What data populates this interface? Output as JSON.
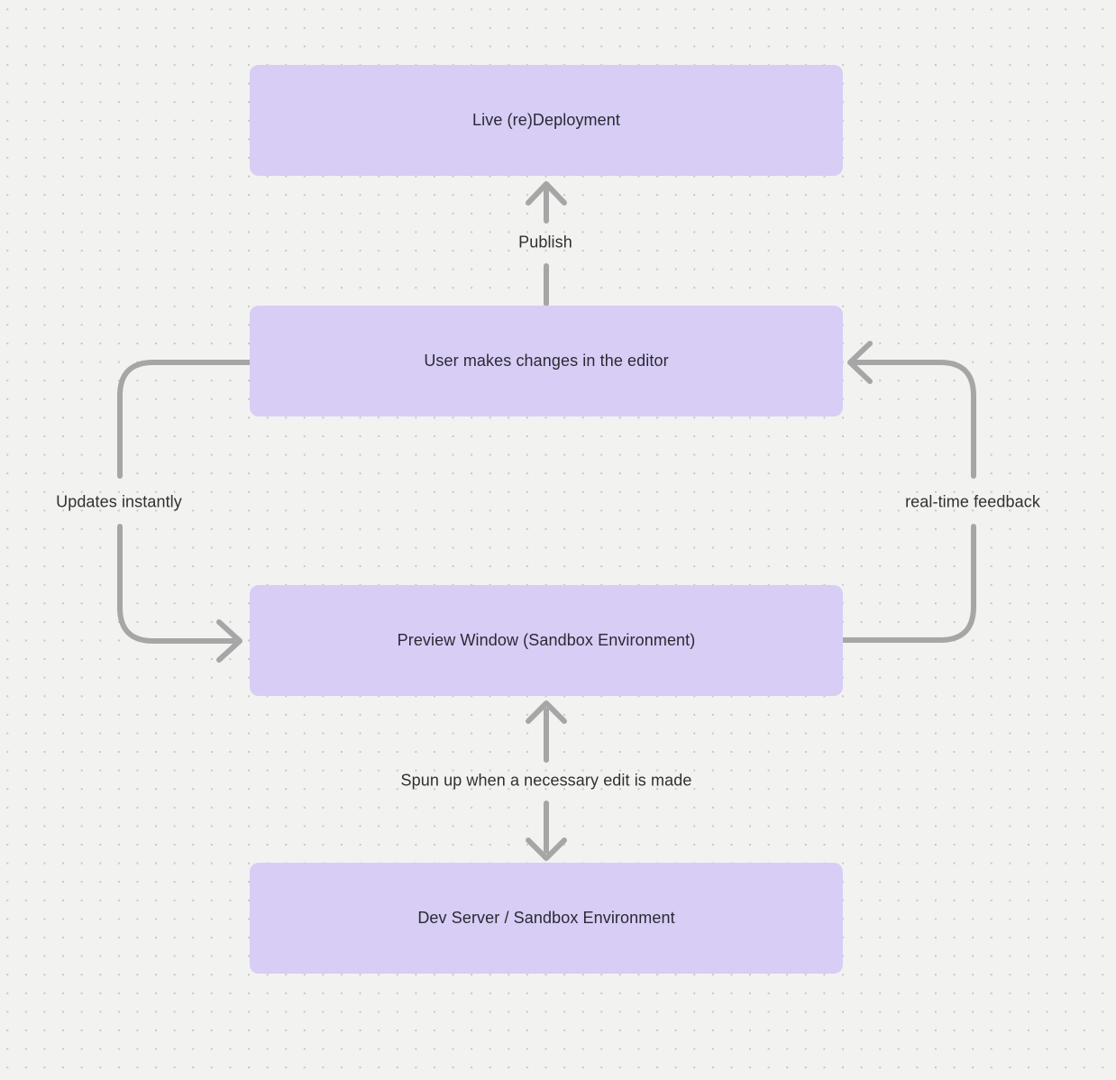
{
  "canvas": {
    "background_color": "#f2f2f1",
    "dot_color": "#c6c6c6",
    "node_fill_color": "#d7cdf5",
    "node_text_color": "#2c2933",
    "arrow_color": "#a6a6a6",
    "edge_label_color": "#303030"
  },
  "nodes": [
    {
      "id": "live-redeployment",
      "label": "Live (re)Deployment"
    },
    {
      "id": "user-editor",
      "label": "User makes changes in the editor"
    },
    {
      "id": "preview-window",
      "label": "Preview Window (Sandbox Environment)"
    },
    {
      "id": "dev-server",
      "label": "Dev Server / Sandbox Environment"
    }
  ],
  "edges": [
    {
      "id": "publish",
      "label": "Publish",
      "from": "user-editor",
      "to": "live-redeployment",
      "direction": "up"
    },
    {
      "id": "updates-instantly",
      "label": "Updates instantly",
      "from": "user-editor",
      "to": "preview-window",
      "direction": "left-loop"
    },
    {
      "id": "real-time-feedback",
      "label": "real-time feedback",
      "from": "preview-window",
      "to": "user-editor",
      "direction": "right-loop"
    },
    {
      "id": "spun-up",
      "label": "Spun up when a necessary edit is made",
      "from": "preview-window",
      "to": "dev-server",
      "bidirectional": true
    }
  ]
}
